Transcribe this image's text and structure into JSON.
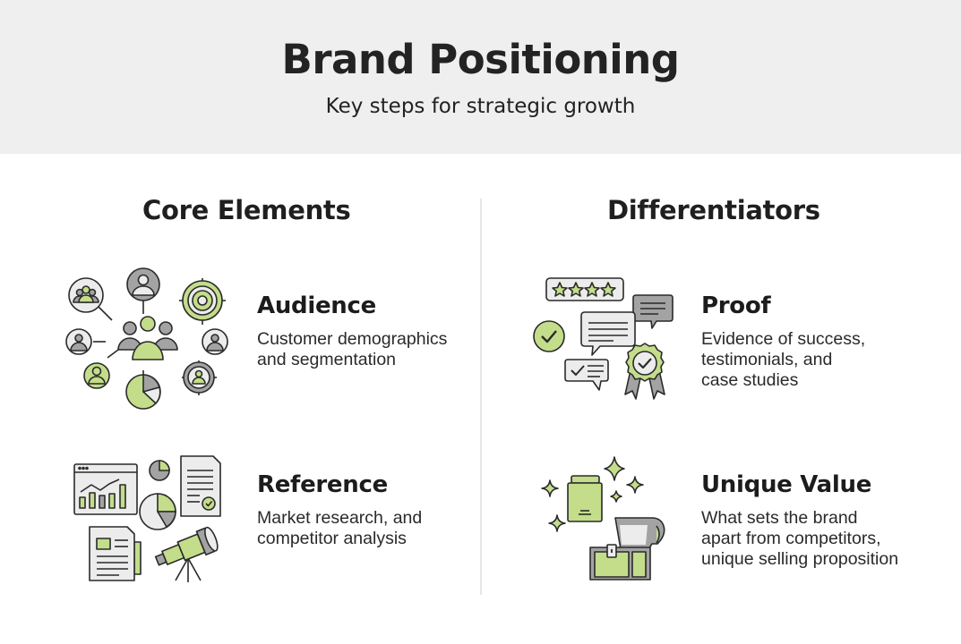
{
  "header": {
    "title": "Brand Positioning",
    "subtitle": "Key steps for strategic growth"
  },
  "colors": {
    "header_bg": "#efefef",
    "accent_green": "#c3dd8a",
    "icon_gray": "#a3a3a3",
    "icon_light": "#ececec",
    "outline": "#2a2a2a",
    "divider": "#e6e6e6"
  },
  "columns": [
    {
      "title": "Core Elements",
      "items": [
        {
          "title": "Audience",
          "description": "Customer demographics\nand segmentation",
          "icon": "audience-network-icon"
        },
        {
          "title": "Reference",
          "description": "Market research, and\ncompetitor analysis",
          "icon": "market-research-icon"
        }
      ]
    },
    {
      "title": "Differentiators",
      "items": [
        {
          "title": "Proof",
          "description": "Evidence of success,\ntestimonials, and\ncase studies",
          "icon": "testimonials-badge-icon"
        },
        {
          "title": "Unique Value",
          "description": "What sets the brand\napart from competitors,\nunique selling proposition",
          "icon": "treasure-chest-icon"
        }
      ]
    }
  ]
}
